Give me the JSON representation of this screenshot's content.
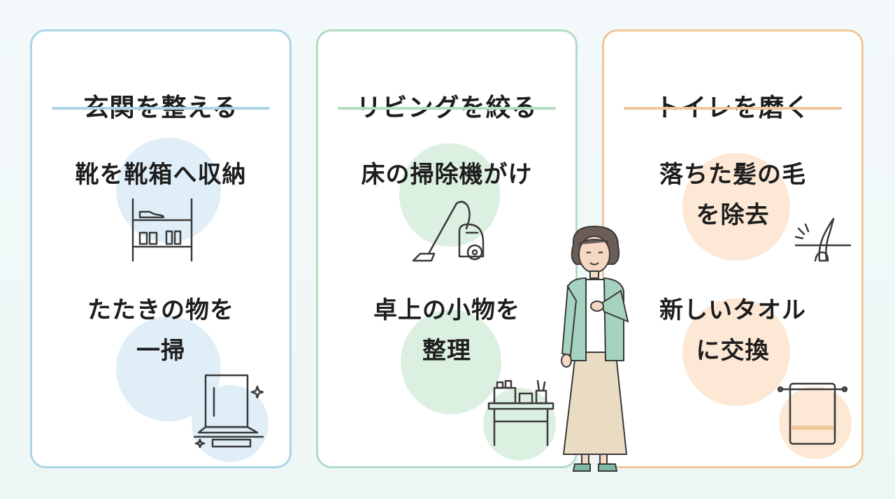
{
  "cards": [
    {
      "title": "玄関を整える",
      "items": [
        {
          "line1": "靴を靴箱へ収納",
          "line2": "",
          "icon": "shoe-rack-icon"
        },
        {
          "line1": "たたきの物を",
          "line2": "一掃",
          "icon": "entrance-door-icon"
        }
      ]
    },
    {
      "title": "リビングを絞る",
      "items": [
        {
          "line1": "床の掃除機がけ",
          "line2": "",
          "icon": "vacuum-cleaner-icon"
        },
        {
          "line1": "卓上の小物を",
          "line2": "整理",
          "icon": "desk-items-icon"
        }
      ]
    },
    {
      "title": "トイレを磨く",
      "items": [
        {
          "line1": "落ちた髪の毛",
          "line2": "を除去",
          "icon": "hair-icon"
        },
        {
          "line1": "新しいタオル",
          "line2": "に交換",
          "icon": "towel-icon"
        }
      ]
    }
  ],
  "colors": {
    "blue": "#acd5e5",
    "green": "#b4dcc3",
    "orange": "#f0c79a"
  }
}
